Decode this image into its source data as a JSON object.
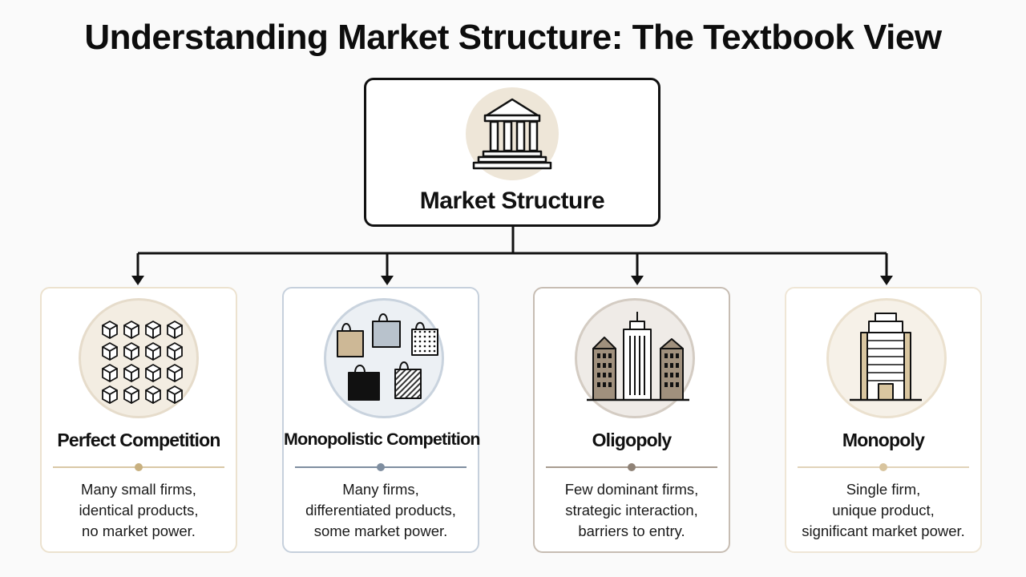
{
  "title": "Understanding Market Structure: The Textbook View",
  "root": {
    "label": "Market Structure",
    "icon": "bank-building-icon"
  },
  "colors": {
    "perfect": "#eadfc8",
    "monopolistic": "#c9d3de",
    "oligopoly": "#c7bdb3",
    "monopoly": "#efe6d6"
  },
  "cards": [
    {
      "title": "Perfect Competition",
      "icon": "cubes-grid-icon",
      "desc": [
        "Many small firms,",
        "identical products,",
        "no market power."
      ]
    },
    {
      "title": "Monopolistic Competition",
      "icon": "shopping-bags-icon",
      "desc": [
        "Many firms,",
        "differentiated products,",
        "some market power."
      ]
    },
    {
      "title": "Oligopoly",
      "icon": "skyscrapers-icon",
      "desc": [
        "Few dominant firms,",
        "strategic interaction,",
        "barriers to entry."
      ]
    },
    {
      "title": "Monopoly",
      "icon": "single-tower-icon",
      "desc": [
        "Single firm,",
        "unique product,",
        "significant market power."
      ]
    }
  ]
}
